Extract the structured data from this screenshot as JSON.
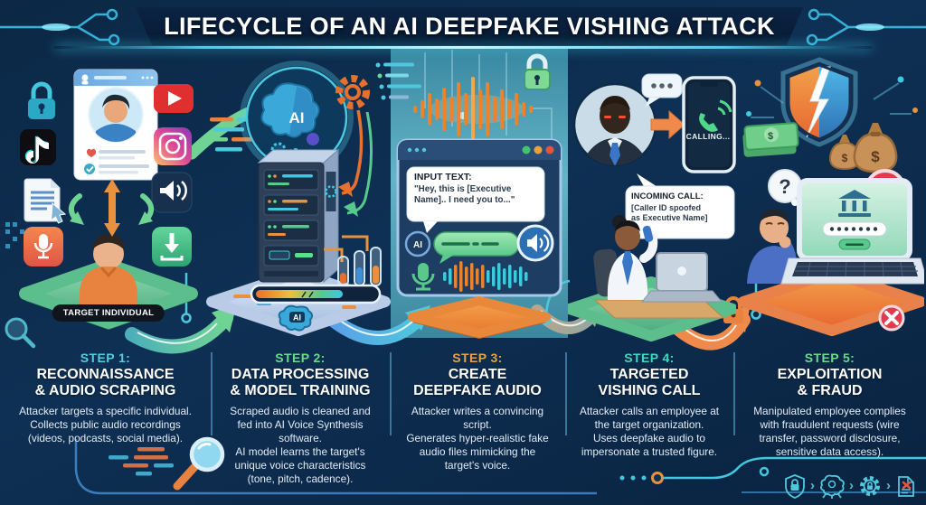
{
  "title": "LIFECYCLE OF AN AI DEEPFAKE VISHING ATTACK",
  "steps": [
    {
      "label": "STEP 1:",
      "accent": "#55cbe0",
      "heading": "RECONNAISSANCE\n& AUDIO SCRAPING",
      "description": "Attacker targets a specific individual. Collects public audio recordings (videos, podcasts, social media)."
    },
    {
      "label": "STEP 2:",
      "accent": "#68da8d",
      "heading": "DATA PROCESSING\n& MODEL TRAINING",
      "description": "Scraped audio is cleaned and fed into AI Voice Synthesis software.\nAI model learns the target's unique voice characteristics (tone, pitch, cadence)."
    },
    {
      "label": "STEP 3:",
      "accent": "#e2a24e",
      "heading": "CREATE\nDEEPFAKE AUDIO",
      "description": "Attacker writes a convincing script.\nGenerates hyper-realistic fake audio files mimicking the target's voice."
    },
    {
      "label": "STEP 4:",
      "accent": "#41d7c0",
      "heading": "TARGETED\nVISHING CALL",
      "description": "Attacker calls an employee at the target organization.\nUses deepfake audio to impersonate a trusted figure."
    },
    {
      "label": "STEP 5:",
      "accent": "#68da8d",
      "heading": "EXPLOITATION\n& FRAUD",
      "description": "Manipulated employee complies with fraudulent requests (wire transfer, password disclosure, sensitive data access)."
    }
  ],
  "scene": {
    "target_badge": "TARGET INDIVIDUAL",
    "ai_core_label": "AI",
    "ai_chip_label": "AI",
    "input_text_title": "INPUT TEXT:",
    "input_text_quote": "\"Hey, this is [Executive\nName].. I need you to...\"",
    "ai_badge_label": "AI",
    "calling_status": "CALLING...",
    "incoming_call_title": "INCOMING CALL:",
    "incoming_call_detail": "[Caller ID spoofed\nas Executive Name]"
  },
  "footer": {
    "separator": "›",
    "icons": [
      "shield-lock",
      "ai-brain",
      "gear-lock",
      "document-alert"
    ]
  },
  "colors": {
    "background": "#0d2b4a",
    "step3_band": "#55b0c4",
    "glow": "#3fd0ea",
    "alert_red": "#e23b4e"
  }
}
